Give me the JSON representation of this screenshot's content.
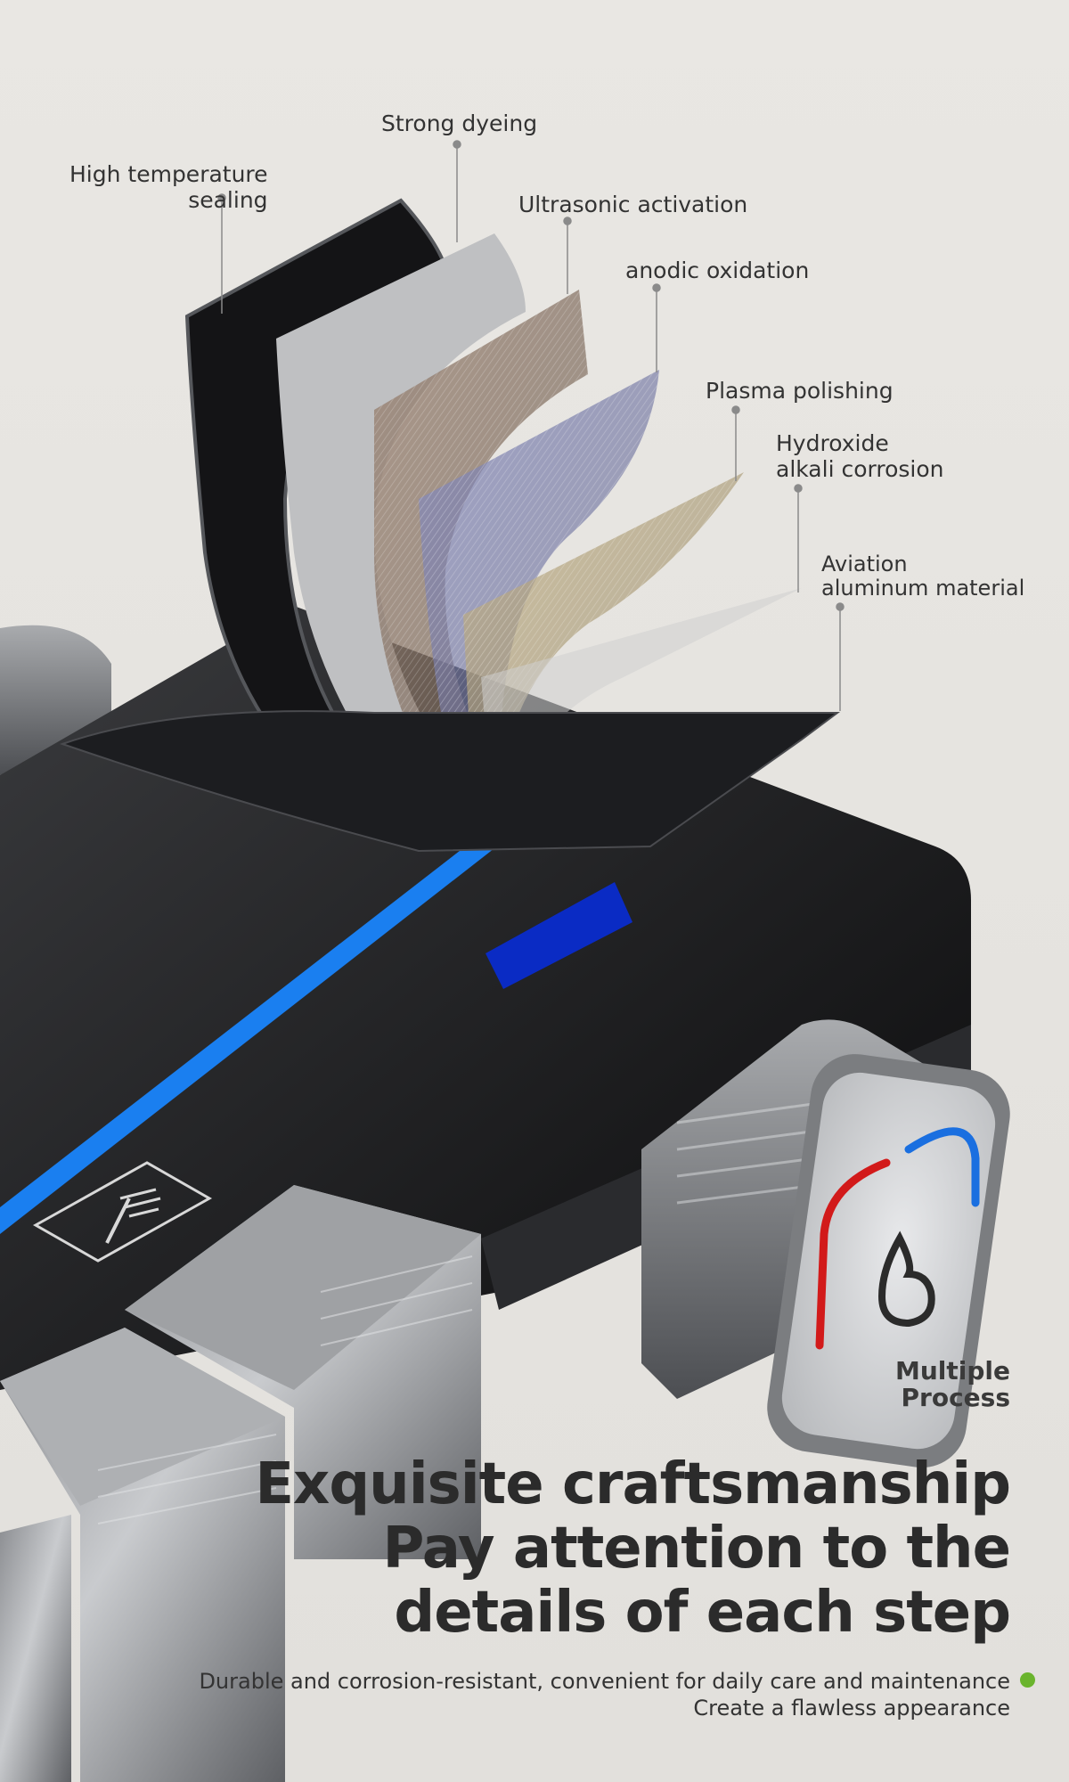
{
  "labels": {
    "high_temperature_sealing": [
      "High temperature",
      "sealing"
    ],
    "strong_dyeing": "Strong dyeing",
    "ultrasonic_activation": "Ultrasonic activation",
    "anodic_oxidation": "anodic oxidation",
    "plasma_polishing": "Plasma polishing",
    "hydroxide_alkali_corrosion": [
      "Hydroxide",
      "alkali corrosion"
    ],
    "aviation_aluminum_material": [
      "Aviation",
      "aluminum material"
    ]
  },
  "badge": [
    "Multiple",
    "Process"
  ],
  "headline": [
    "Exquisite craftsmanship",
    "Pay attention to the",
    "details of each step"
  ],
  "subtext": [
    "Durable and corrosion-resistant, convenient for daily care and maintenance",
    "Create a flawless appearance"
  ],
  "colors": {
    "accent_blue": "#1a7ff0",
    "hot_red": "#d21a1a",
    "cold_blue": "#1a6fe0",
    "dot_green": "#6ab42d"
  },
  "icons": [
    "shower-icon",
    "water-drop-icon"
  ]
}
